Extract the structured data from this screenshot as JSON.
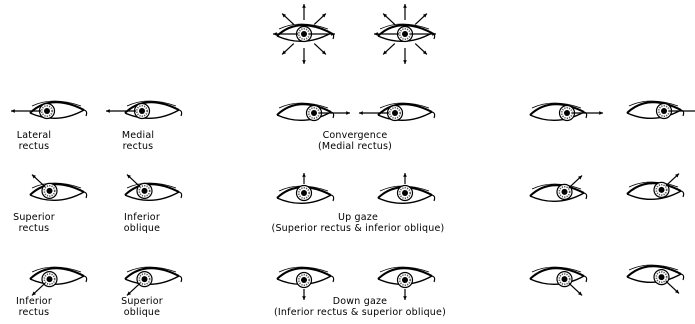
{
  "labels": {
    "lateral_rectus": [
      "Lateral",
      "rectus"
    ],
    "medial_rectus": [
      "Medial",
      "rectus"
    ],
    "convergence": [
      "Convergence",
      "(Medial rectus)"
    ],
    "superior_rectus": [
      "Superior",
      "rectus"
    ],
    "inferior_oblique": [
      "Inferior",
      "oblique"
    ],
    "up_gaze": [
      "Up gaze",
      "(Superior rectus & inferior oblique)"
    ],
    "inferior_rectus": [
      "Inferior",
      "rectus"
    ],
    "superior_oblique": [
      "Superior",
      "oblique"
    ],
    "down_gaze": [
      "Down gaze",
      "(Inferior rectus & superior oblique)"
    ]
  },
  "eyes": [
    {
      "id": "top-left-eye",
      "gaze": "center",
      "arrows": [
        "up",
        "down",
        "left",
        "right",
        "up-left",
        "up-right",
        "down-left",
        "down-right"
      ]
    },
    {
      "id": "top-right-eye",
      "gaze": "center",
      "arrows": [
        "up",
        "down",
        "left",
        "right",
        "up-left",
        "up-right",
        "down-left",
        "down-right"
      ]
    },
    {
      "id": "lateral-rectus-eye",
      "gaze": "left",
      "arrows": [
        "left"
      ]
    },
    {
      "id": "medial-rectus-eye",
      "gaze": "left",
      "arrows": [
        "left"
      ]
    },
    {
      "id": "convergence-left-eye",
      "gaze": "right",
      "arrows": [
        "right"
      ]
    },
    {
      "id": "convergence-right-eye",
      "gaze": "left",
      "arrows": [
        "left"
      ]
    },
    {
      "id": "row1-right-a-eye",
      "gaze": "right",
      "arrows": [
        "right"
      ]
    },
    {
      "id": "row1-right-b-eye",
      "gaze": "right",
      "arrows": [
        "right"
      ]
    },
    {
      "id": "superior-rectus-eye",
      "gaze": "up-left",
      "arrows": [
        "up-left"
      ]
    },
    {
      "id": "inferior-oblique-eye",
      "gaze": "up-left",
      "arrows": [
        "up-left"
      ]
    },
    {
      "id": "up-gaze-left-eye",
      "gaze": "up",
      "arrows": [
        "up"
      ]
    },
    {
      "id": "up-gaze-right-eye",
      "gaze": "up",
      "arrows": [
        "up"
      ]
    },
    {
      "id": "row2-right-a-eye",
      "gaze": "up-right",
      "arrows": [
        "up-right"
      ]
    },
    {
      "id": "row2-right-b-eye",
      "gaze": "up-right",
      "arrows": [
        "up-right"
      ]
    },
    {
      "id": "inferior-rectus-eye",
      "gaze": "down-left",
      "arrows": [
        "down-left"
      ]
    },
    {
      "id": "superior-oblique-eye",
      "gaze": "down-left",
      "arrows": [
        "down-left"
      ]
    },
    {
      "id": "down-gaze-left-eye",
      "gaze": "down",
      "arrows": [
        "down"
      ]
    },
    {
      "id": "down-gaze-right-eye",
      "gaze": "down",
      "arrows": [
        "down"
      ]
    },
    {
      "id": "row3-right-a-eye",
      "gaze": "down-right",
      "arrows": [
        "down-right"
      ]
    },
    {
      "id": "row3-right-b-eye",
      "gaze": "down-right",
      "arrows": [
        "down-right"
      ]
    }
  ]
}
